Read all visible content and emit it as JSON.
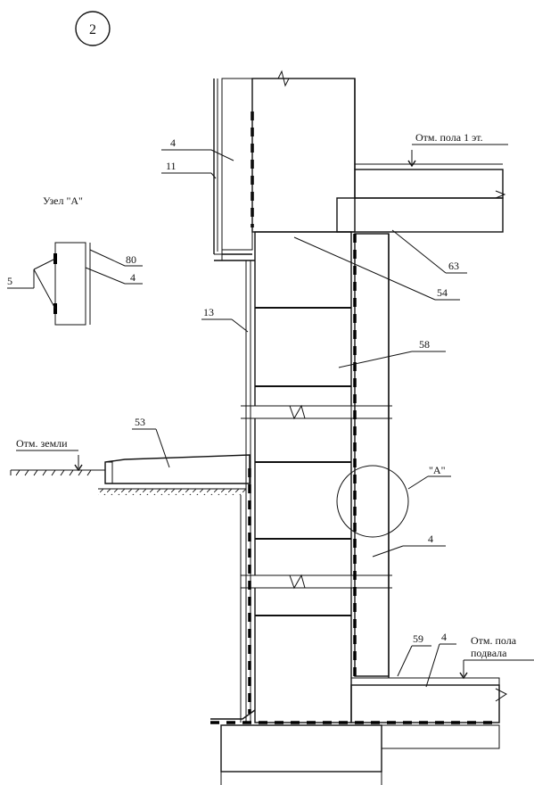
{
  "sheet": {
    "number": "2"
  },
  "detail": {
    "title": "Узел \"А\"",
    "callouts": [
      "5",
      "80",
      "4"
    ]
  },
  "labels": {
    "floor1": "Отм. пола 1 эт.",
    "ground": "Отм. земли",
    "basement_line1": "Отм. пола",
    "basement_line2": "подвала",
    "node_ref": "\"А\""
  },
  "callouts": {
    "c4_top": "4",
    "c11": "11",
    "c13": "13",
    "c53": "53",
    "c63": "63",
    "c54": "54",
    "c58": "58",
    "c4_mid": "4",
    "c59": "59",
    "c4_bot": "4"
  }
}
